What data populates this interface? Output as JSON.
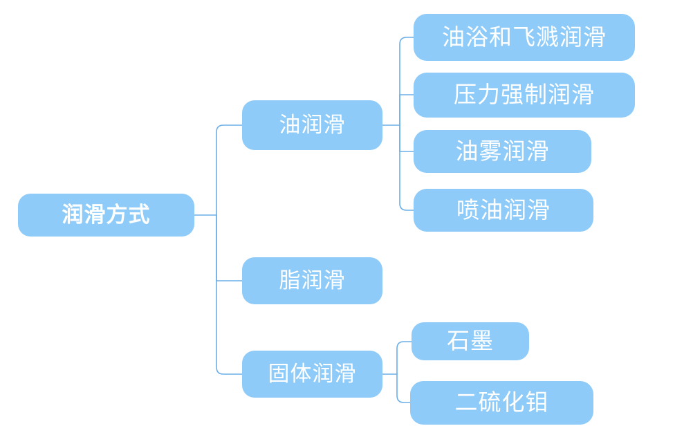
{
  "diagram": {
    "type": "mind-map",
    "orientation": "left-to-right",
    "background_color": "#ffffff",
    "node_fill_color": "#8ECBF8",
    "node_text_color": "#ffffff",
    "connector_color": "#6BAEE8",
    "root": {
      "label": "润滑方式",
      "children": [
        {
          "label": "油润滑",
          "children": [
            {
              "label": "油浴和飞溅润滑"
            },
            {
              "label": "压力强制润滑"
            },
            {
              "label": "油雾润滑"
            },
            {
              "label": "喷油润滑"
            }
          ]
        },
        {
          "label": "脂润滑",
          "children": []
        },
        {
          "label": "固体润滑",
          "children": [
            {
              "label": "石墨"
            },
            {
              "label": "二硫化钼"
            }
          ]
        }
      ]
    }
  },
  "nodes": {
    "root": "润滑方式",
    "oil": "油润滑",
    "grease": "脂润滑",
    "solid": "固体润滑",
    "oil_bath_splash": "油浴和飞溅润滑",
    "pressure_forced": "压力强制润滑",
    "oil_mist": "油雾润滑",
    "oil_jet": "喷油润滑",
    "graphite": "石墨",
    "molybdenum_disulfide": "二硫化钼"
  }
}
